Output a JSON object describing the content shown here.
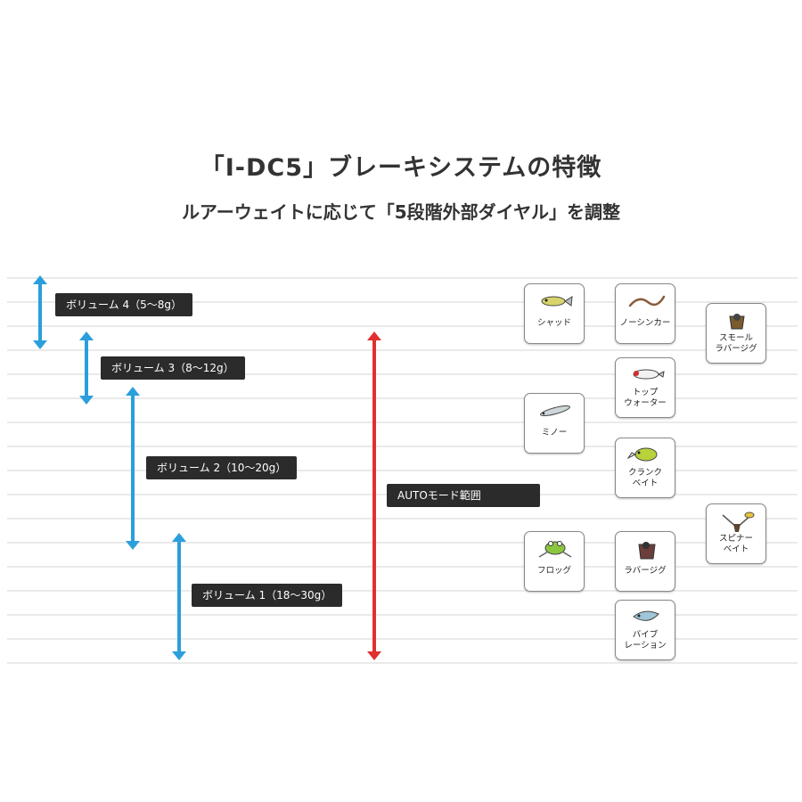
{
  "title": "「I-DC5」ブレーキシステムの特徴",
  "subtitle": "ルアーウェイトに応じて「5段階外部ダイヤル」を調整",
  "volumes": [
    {
      "label": "ボリューム 4（5〜8g）",
      "weight_min_g": 5,
      "weight_max_g": 8
    },
    {
      "label": "ボリューム 3（8〜12g）",
      "weight_min_g": 8,
      "weight_max_g": 12
    },
    {
      "label": "ボリューム 2（10〜20g）",
      "weight_min_g": 10,
      "weight_max_g": 20
    },
    {
      "label": "ボリューム 1（18〜30g）",
      "weight_min_g": 18,
      "weight_max_g": 30
    }
  ],
  "auto_mode": {
    "label": "AUTOモード範囲"
  },
  "lures": [
    {
      "name": "シャッド",
      "icon": "shad-lure-icon"
    },
    {
      "name": "ノーシンカー",
      "icon": "no-sinker-worm-icon"
    },
    {
      "name": "スモール\nラバージグ",
      "icon": "small-rubber-jig-icon"
    },
    {
      "name": "トップ\nウォーター",
      "icon": "topwater-lure-icon"
    },
    {
      "name": "ミノー",
      "icon": "minnow-lure-icon"
    },
    {
      "name": "クランク\nベイト",
      "icon": "crankbait-icon"
    },
    {
      "name": "スピナー\nベイト",
      "icon": "spinnerbait-icon"
    },
    {
      "name": "フロッグ",
      "icon": "frog-lure-icon"
    },
    {
      "name": "ラバージグ",
      "icon": "rubber-jig-icon"
    },
    {
      "name": "バイブ\nレーション",
      "icon": "vibration-lure-icon"
    }
  ],
  "colors": {
    "volume_arrow": "#2b9fdb",
    "auto_arrow": "#e0302f",
    "label_bg": "#2b2b2b",
    "grid_line": "#d6d6d6"
  }
}
